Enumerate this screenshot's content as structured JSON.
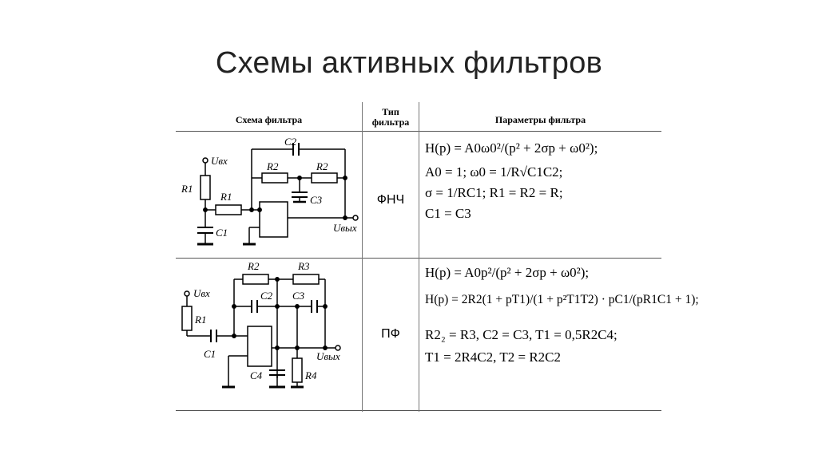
{
  "slide": {
    "title": "Схемы активных фильтров"
  },
  "table": {
    "headers": {
      "scheme": "Схема фильтра",
      "type_line1": "Тип",
      "type_line2": "фильтра",
      "params": "Параметры фильтра"
    },
    "rows": [
      {
        "type": "ФНЧ",
        "circuit_labels": {
          "c2": "C2",
          "r2a": "R2",
          "r2b": "R2",
          "c3": "C3",
          "uin": "Uвх",
          "r1v": "R1",
          "r1h": "R1",
          "c1": "C1",
          "uout": "Uвых"
        },
        "formulas": [
          "H(p) = A0ω0²/(p² + 2σp + ω0²);",
          "A0 = 1;   ω0 = 1/R√C1C2;",
          "σ = 1/RC1;   R1 = R2 = R;",
          "C1 = C3"
        ]
      },
      {
        "type": "ПФ",
        "circuit_labels": {
          "r2": "R2",
          "r3": "R3",
          "c2": "C2",
          "c3": "C3",
          "uin": "Uвх",
          "r1": "R1",
          "c1": "C1",
          "uout": "Uвых",
          "c4": "C4",
          "r4": "R4"
        },
        "formulas": [
          "H(p) = A0p²/(p² + 2σp + ω0²);",
          "H(p) = 2R2(1 + pT1)/(1 + p²T1T2) · pC1/(pR1C1 + 1);",
          "R2₂ = R3,   C2 = C3,   T1 = 0,5R2C4;",
          "T1 = 2R4C2,   T2 = R2C2"
        ]
      }
    ]
  }
}
